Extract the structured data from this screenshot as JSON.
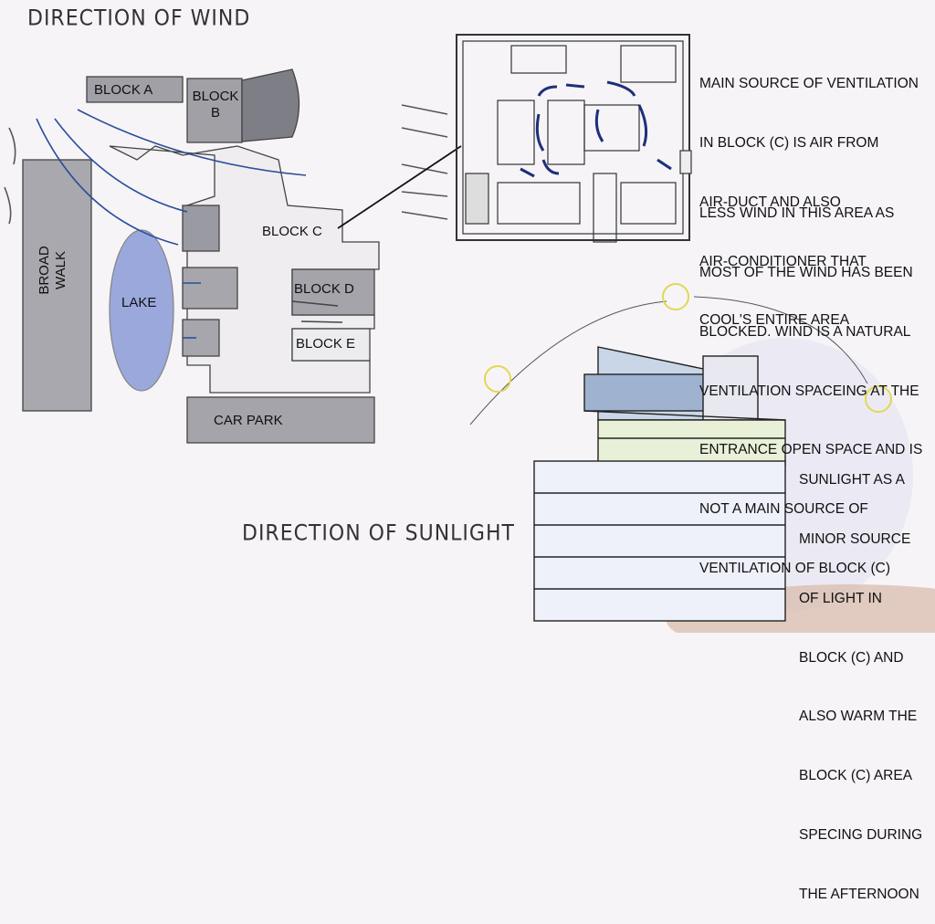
{
  "titles": {
    "wind": "DIRECTION OF WIND",
    "sunlight": "DIRECTION OF SUNLIGHT"
  },
  "site_labels": {
    "block_a": "BLOCK A",
    "block_b": "BLOCK\nB",
    "block_c": "BLOCK C",
    "block_d": "BLOCK D",
    "block_e": "BLOCK E",
    "broad_walk": "BROAD WALK",
    "lake": "LAKE",
    "car_park": "CAR PARK"
  },
  "notes": {
    "ventilation": [
      "MAIN SOURCE OF VENTILATION",
      "IN BLOCK (C) IS AIR FROM",
      "AIR-DUCT AND ALSO",
      "AIR-CONDITIONER THAT",
      "COOL'S ENTIRE AREA"
    ],
    "wind": [
      "LESS WIND IN THIS AREA AS",
      "MOST OF THE WIND HAS BEEN",
      "BLOCKED. WIND IS A NATURAL",
      "VENTILATION SPACEING AT THE",
      "ENTRANCE OPEN SPACE AND IS",
      "NOT A MAIN SOURCE OF",
      "VENTILATION OF BLOCK (C)"
    ],
    "sunlight": [
      "SUNLIGHT AS A",
      "MINOR SOURCE",
      "OF LIGHT IN",
      "BLOCK (C) AND",
      "ALSO WARM THE",
      "BLOCK (C) AREA",
      "SPECING DURING",
      "THE AFTERNOON"
    ]
  },
  "colors": {
    "wind_arrow": "#2a4f9a",
    "airflow_arrow": "#1e2f7a",
    "block_fill": "#9a9aa0",
    "lake": "#8ea0d8",
    "sun": "#e6d860"
  }
}
